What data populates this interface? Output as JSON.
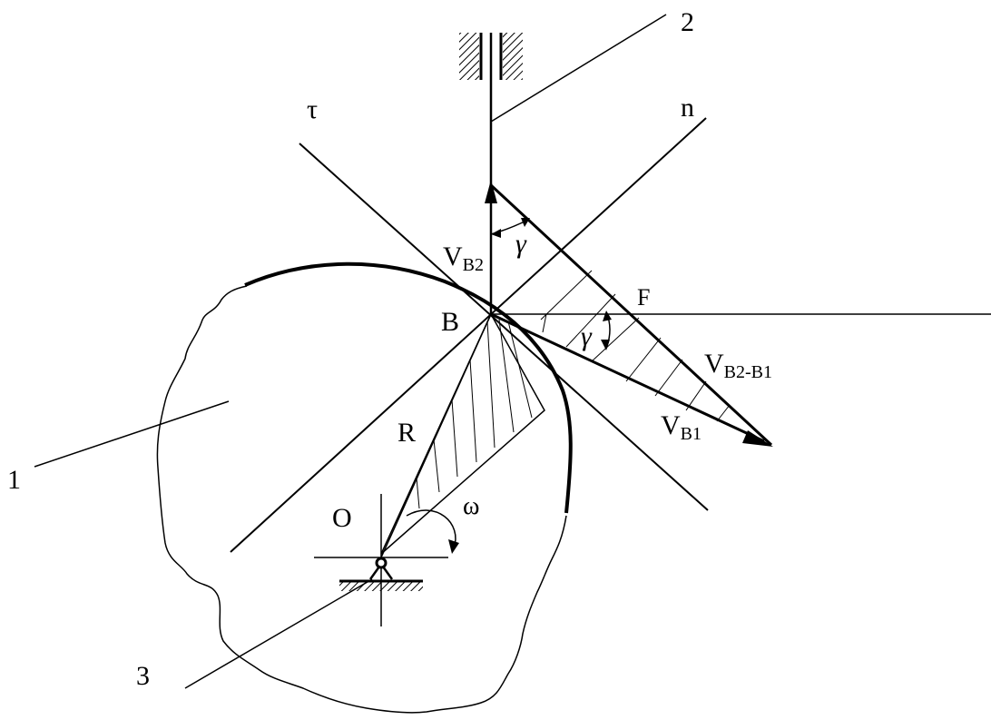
{
  "labels": {
    "part1": "1",
    "part2": "2",
    "part3": "3",
    "tau": "τ",
    "n": "n",
    "B": "B",
    "F": "F",
    "O": "O",
    "R": "R",
    "omega": "ω",
    "gamma_top": "γ",
    "gamma_bottom": "γ",
    "vb2_main": "V",
    "vb2_sub": "B2",
    "vb2b1_main": "V",
    "vb2b1_sub": "B2-B1",
    "vb1_main": "V",
    "vb1_sub": "B1"
  }
}
